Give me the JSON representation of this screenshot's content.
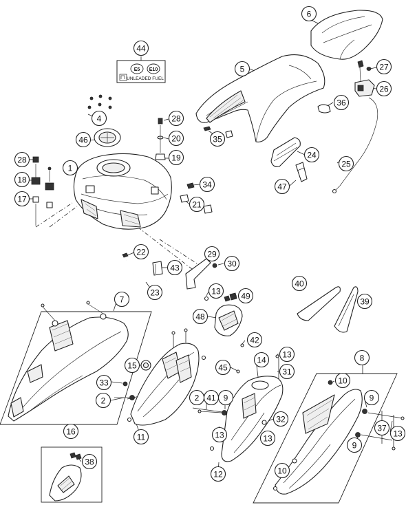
{
  "callouts": [
    {
      "id": "c44",
      "label": "44"
    },
    {
      "id": "c6",
      "label": "6"
    },
    {
      "id": "c5",
      "label": "5"
    },
    {
      "id": "c27",
      "label": "27"
    },
    {
      "id": "c26",
      "label": "26"
    },
    {
      "id": "c36",
      "label": "36"
    },
    {
      "id": "c4",
      "label": "4"
    },
    {
      "id": "c46",
      "label": "46"
    },
    {
      "id": "c28a",
      "label": "28"
    },
    {
      "id": "c20",
      "label": "20"
    },
    {
      "id": "c35",
      "label": "35"
    },
    {
      "id": "c19",
      "label": "19"
    },
    {
      "id": "c24",
      "label": "24"
    },
    {
      "id": "c25",
      "label": "25"
    },
    {
      "id": "c28b",
      "label": "28"
    },
    {
      "id": "c1",
      "label": "1"
    },
    {
      "id": "c18",
      "label": "18"
    },
    {
      "id": "c17",
      "label": "17"
    },
    {
      "id": "c34",
      "label": "34"
    },
    {
      "id": "c21",
      "label": "21"
    },
    {
      "id": "c47",
      "label": "47"
    },
    {
      "id": "c22",
      "label": "22"
    },
    {
      "id": "c29",
      "label": "29"
    },
    {
      "id": "c30",
      "label": "30"
    },
    {
      "id": "c43",
      "label": "43"
    },
    {
      "id": "c23",
      "label": "23"
    },
    {
      "id": "c40",
      "label": "40"
    },
    {
      "id": "c39",
      "label": "39"
    },
    {
      "id": "c7",
      "label": "7"
    },
    {
      "id": "c13a",
      "label": "13"
    },
    {
      "id": "c49",
      "label": "49"
    },
    {
      "id": "c48",
      "label": "48"
    },
    {
      "id": "c42",
      "label": "42"
    },
    {
      "id": "c8",
      "label": "8"
    },
    {
      "id": "c13b",
      "label": "13"
    },
    {
      "id": "c45",
      "label": "45"
    },
    {
      "id": "c14",
      "label": "14"
    },
    {
      "id": "c15",
      "label": "15"
    },
    {
      "id": "c31",
      "label": "31"
    },
    {
      "id": "c10a",
      "label": "10"
    },
    {
      "id": "c33",
      "label": "33"
    },
    {
      "id": "c2a",
      "label": "2"
    },
    {
      "id": "c2b",
      "label": "2"
    },
    {
      "id": "c41",
      "label": "41"
    },
    {
      "id": "c9a",
      "label": "9"
    },
    {
      "id": "c9b",
      "label": "9"
    },
    {
      "id": "c32",
      "label": "32"
    },
    {
      "id": "c37",
      "label": "37"
    },
    {
      "id": "c13c",
      "label": "13"
    },
    {
      "id": "c11",
      "label": "11"
    },
    {
      "id": "c13d",
      "label": "13"
    },
    {
      "id": "c13e",
      "label": "13"
    },
    {
      "id": "c16",
      "label": "16"
    },
    {
      "id": "c9c",
      "label": "9"
    },
    {
      "id": "c38",
      "label": "38"
    },
    {
      "id": "c12",
      "label": "12"
    },
    {
      "id": "c10b",
      "label": "10"
    }
  ],
  "fuel_label": {
    "badge_1": "E5",
    "badge_2": "E10",
    "text": "UNLEADED FUEL"
  }
}
